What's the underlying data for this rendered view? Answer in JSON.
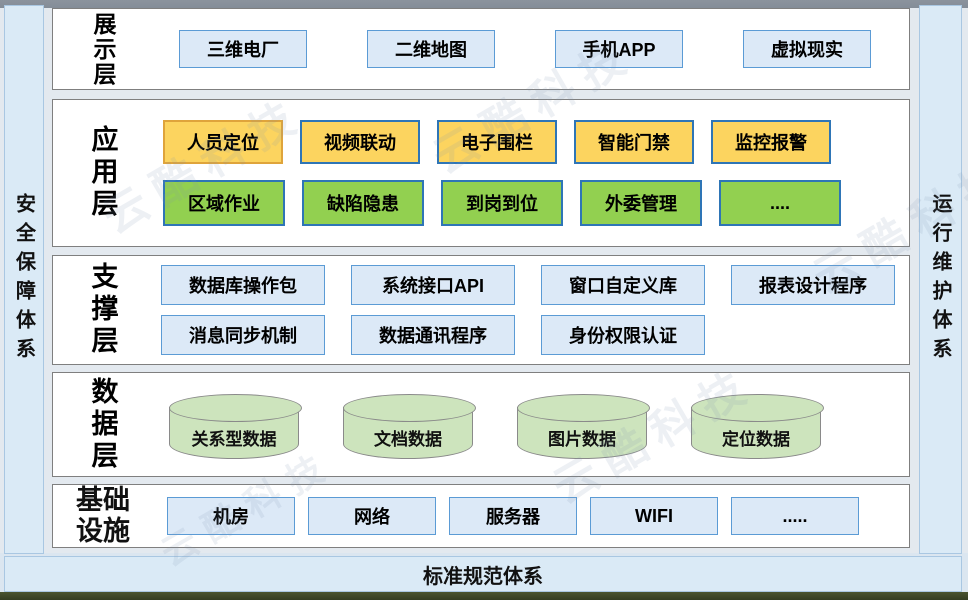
{
  "watermark": {
    "text": "云酷科技"
  },
  "frame": {
    "left_bar": "安全保障体系",
    "right_bar": "运行维护体系",
    "bottom_bar": "标准规范体系"
  },
  "layers": {
    "presentation": {
      "label": "展示层",
      "items": [
        "三维电厂",
        "二维地图",
        "手机APP",
        "虚拟现实"
      ]
    },
    "application": {
      "label": "应用层",
      "yellow_row": [
        "人员定位",
        "视频联动",
        "电子围栏",
        "智能门禁",
        "监控报警"
      ],
      "green_row": [
        "区域作业",
        "缺陷隐患",
        "到岗到位",
        "外委管理",
        "...."
      ]
    },
    "support": {
      "label": "支撑层",
      "row1": [
        "数据库操作包",
        "系统接口API",
        "窗口自定义库",
        "报表设计程序"
      ],
      "row2": [
        "消息同步机制",
        "数据通讯程序",
        "身份权限认证"
      ]
    },
    "data": {
      "label": "数据层",
      "items": [
        "关系型数据",
        "文档数据",
        "图片数据",
        "定位数据"
      ]
    },
    "infrastructure": {
      "label": "基础设施",
      "items": [
        "机房",
        "网络",
        "服务器",
        "WIFI",
        "....."
      ]
    }
  },
  "colors": {
    "yellow_fill": "#fcd45f",
    "green_fill": "#92d050",
    "blue_fill": "#dce9f7",
    "node_border_blue": "#2e75b6",
    "node_border_gold": "#dfa43b",
    "cylinder_fill": "#cde4bd",
    "bar_fill": "#daeaf6",
    "panel_border": "#7f7f7f"
  }
}
